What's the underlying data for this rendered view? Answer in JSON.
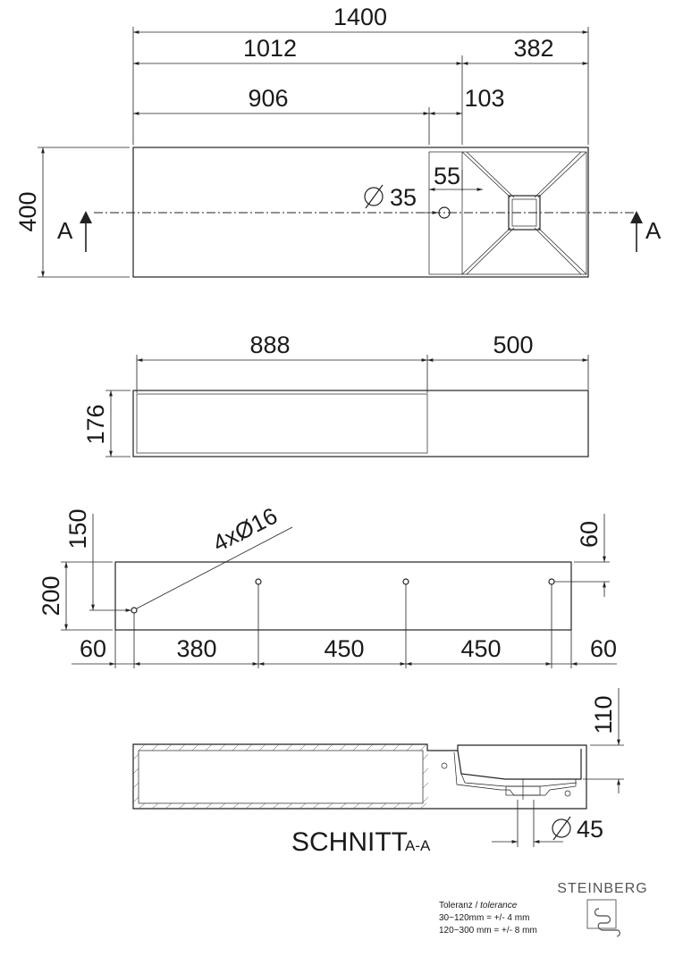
{
  "top_view": {
    "total_width": "1400",
    "basin_offset": "1012",
    "basin_width": "382",
    "shelf_length": "906",
    "tap_offset": "103",
    "tap_hole_x": "55",
    "tap_hole_diameter": "35",
    "depth": "400",
    "section_marker": "A"
  },
  "front_view": {
    "niche_width": "888",
    "right_width": "500",
    "height": "176"
  },
  "rear_view": {
    "top_offset": "150",
    "height": "200",
    "holes_label": "4xØ16",
    "right_hole_offset": "60",
    "spacings": [
      "60",
      "380",
      "450",
      "450",
      "60"
    ]
  },
  "section_view": {
    "depth": "110",
    "drain_diameter": "45",
    "title": "SCHNITT",
    "title_suffix": "A-A"
  },
  "footer": {
    "brand": "STEINBERG",
    "tolerance_title": "Toleranz /",
    "tolerance_title_en": "tolerance",
    "tolerance_line1": "30~120mm = +/- 4 mm",
    "tolerance_line2": "120~300 mm = +/- 8 mm"
  },
  "colors": {
    "ink": "#222222",
    "paper": "#ffffff"
  },
  "icons": [
    "arrow-up-icon",
    "steinberg-logo-icon",
    "diameter-icon"
  ]
}
